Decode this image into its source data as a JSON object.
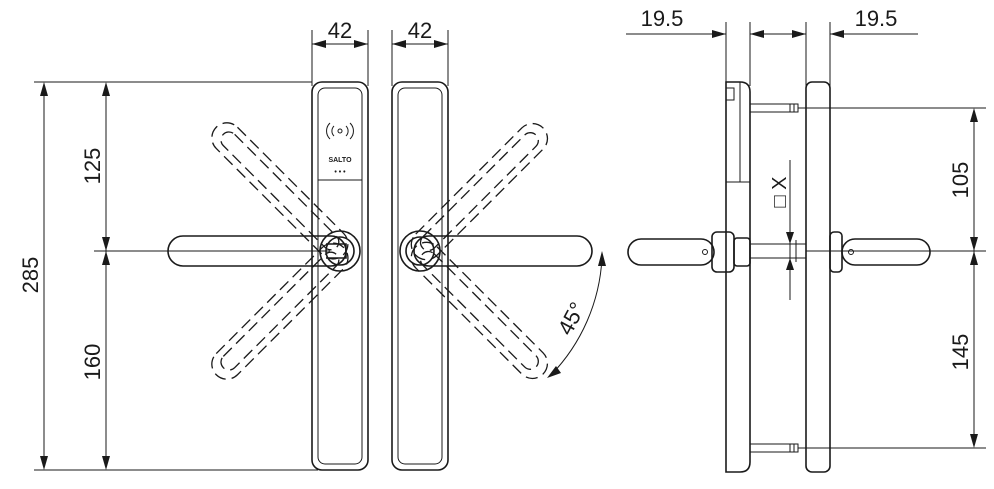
{
  "dimensions": {
    "front_width": "42",
    "back_width": "42",
    "side_left_offset": "19.5",
    "side_right_offset": "19.5",
    "total_height": "285",
    "upper_height": "125",
    "lower_height": "160",
    "side_upper_height": "105",
    "side_lower_height": "145",
    "angle": "45°",
    "spindle": "□ X"
  },
  "brand": {
    "logo_text": "SALTO",
    "reader_icon": "rfid-reader-icon",
    "led_dots": "• • •"
  }
}
